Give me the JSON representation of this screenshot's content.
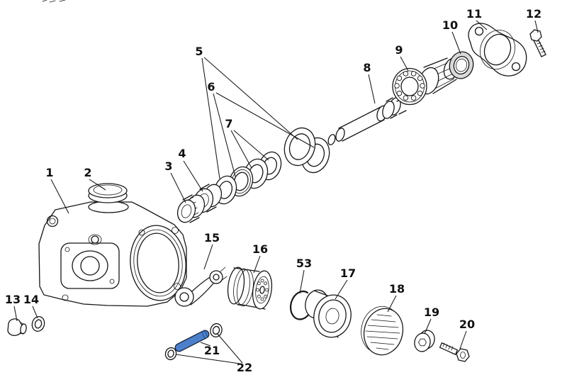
{
  "diagram": {
    "type": "exploded-parts-diagram",
    "background_color": "#ffffff",
    "line_color": "#161616",
    "highlight_color": "#4d7fcb",
    "highlighted_part": "21",
    "parts": [
      {
        "label": "1",
        "highlighted": false
      },
      {
        "label": "2",
        "highlighted": false
      },
      {
        "label": "3",
        "highlighted": false
      },
      {
        "label": "4",
        "highlighted": false
      },
      {
        "label": "5",
        "highlighted": false
      },
      {
        "label": "6",
        "highlighted": false
      },
      {
        "label": "7",
        "highlighted": false
      },
      {
        "label": "8",
        "highlighted": false
      },
      {
        "label": "9",
        "highlighted": false
      },
      {
        "label": "10",
        "highlighted": false
      },
      {
        "label": "11",
        "highlighted": false
      },
      {
        "label": "12",
        "highlighted": false
      },
      {
        "label": "13",
        "highlighted": false
      },
      {
        "label": "14",
        "highlighted": false
      },
      {
        "label": "15",
        "highlighted": false
      },
      {
        "label": "16",
        "highlighted": false
      },
      {
        "label": "17",
        "highlighted": false
      },
      {
        "label": "18",
        "highlighted": false
      },
      {
        "label": "19",
        "highlighted": false
      },
      {
        "label": "20",
        "highlighted": false
      },
      {
        "label": "21",
        "highlighted": true
      },
      {
        "label": "22",
        "highlighted": false
      },
      {
        "label": "53",
        "highlighted": false
      }
    ]
  }
}
